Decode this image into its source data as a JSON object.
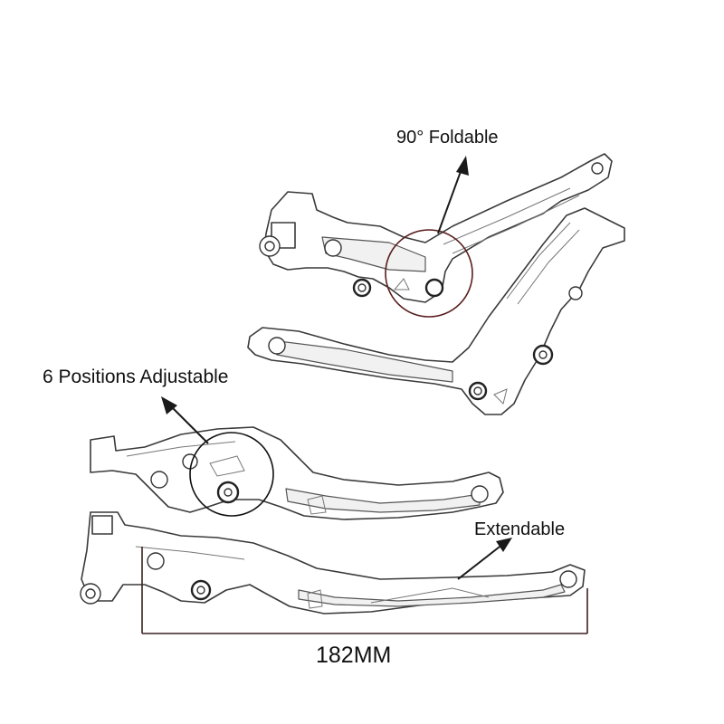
{
  "labels": {
    "foldable": "90° Foldable",
    "adjustable": "6 Positions Adjustable",
    "extendable": "Extendable",
    "length": "182MM"
  },
  "colors": {
    "background": "#ffffff",
    "line_art": "#3a3a3a",
    "callout_ring": "#5a1e1e",
    "text": "#111111"
  }
}
